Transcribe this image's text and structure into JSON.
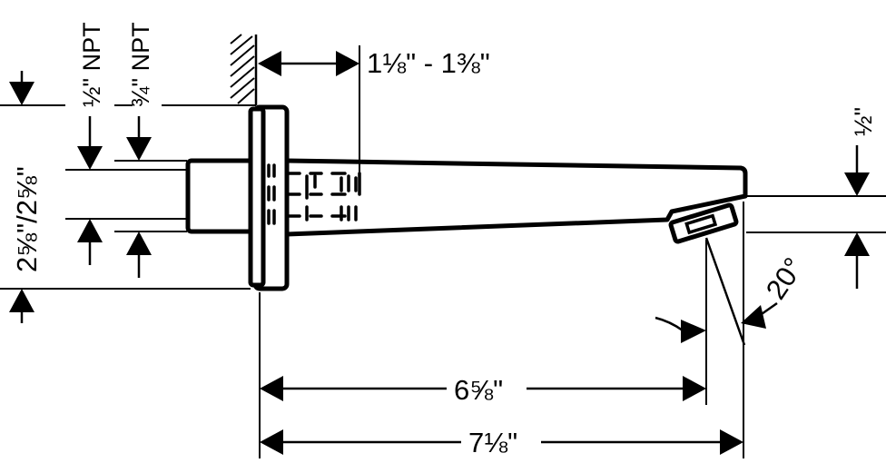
{
  "dimensions": {
    "wall_thickness": "1⅛\" - 1⅜\"",
    "center_height": "2⅝\"/2⅝\"",
    "npt_half": "½\" NPT",
    "npt_three_quarter": "¾\" NPT",
    "outlet_size": "½\"",
    "spray_angle": "20°",
    "length_short": "6⅝\"",
    "length_total": "7⅛\""
  }
}
